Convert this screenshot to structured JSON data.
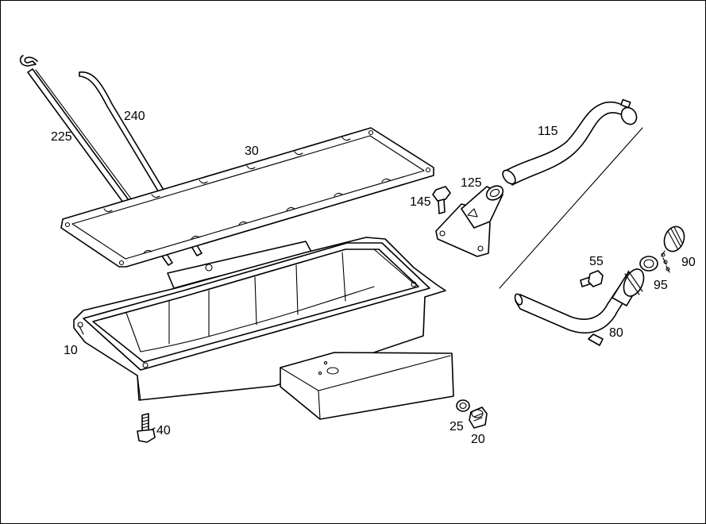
{
  "diagram": {
    "labels": {
      "p10": "10",
      "p20": "20",
      "p25": "25",
      "p30": "30",
      "p40": "40",
      "p55": "55",
      "p80": "80",
      "p90": "90",
      "p95": "95",
      "p115": "115",
      "p125": "125",
      "p145": "145",
      "p225": "225",
      "p240": "240"
    }
  }
}
